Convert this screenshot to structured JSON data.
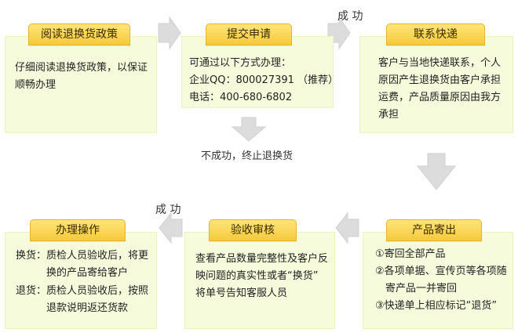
{
  "steps": {
    "read_policy": {
      "title": "阅读退换货政策",
      "lines": [
        "仔细阅读退换货政策，以保证",
        "顺畅办理"
      ]
    },
    "submit": {
      "title": "提交申请",
      "lines": [
        "可通过以下方式办理：",
        "企业QQ：800027391 （推荐）",
        "电话：400-680-6802"
      ]
    },
    "contact_courier": {
      "title": "联系快递",
      "lines": [
        "客户与当地快递联系，个人",
        "原因产生退换货由客户承担",
        "运费，产品质量原因由我方",
        "承担"
      ]
    },
    "ship_product": {
      "title": "产品寄出",
      "lines": [
        "①寄回全部产品",
        "②各项单据、宣传页等各项随",
        "　寄产品一并寄回",
        "③快递单上相应标记“退货”"
      ]
    },
    "inspect": {
      "title": "验收审核",
      "lines": [
        "查看产品数量完整性及客户反",
        "映问题的真实性或者“换货”",
        "将单号告知客服人员"
      ]
    },
    "process": {
      "title": "办理操作",
      "lines": [
        "换货：质检人员验收后，将更",
        "　　　换的产品寄给客户",
        "退货：质检人员验收后，按照",
        "　　　退款说明返还货款"
      ]
    }
  },
  "labels": {
    "success_top": "成 功",
    "success_bottom": "成 功",
    "failure": "不成功，终止退换货"
  },
  "colors": {
    "box_bg": "#f6fbdc",
    "tab_top": "#ffe57a",
    "tab_bottom": "#f6c93a",
    "arrow": "#dcdcdc"
  }
}
